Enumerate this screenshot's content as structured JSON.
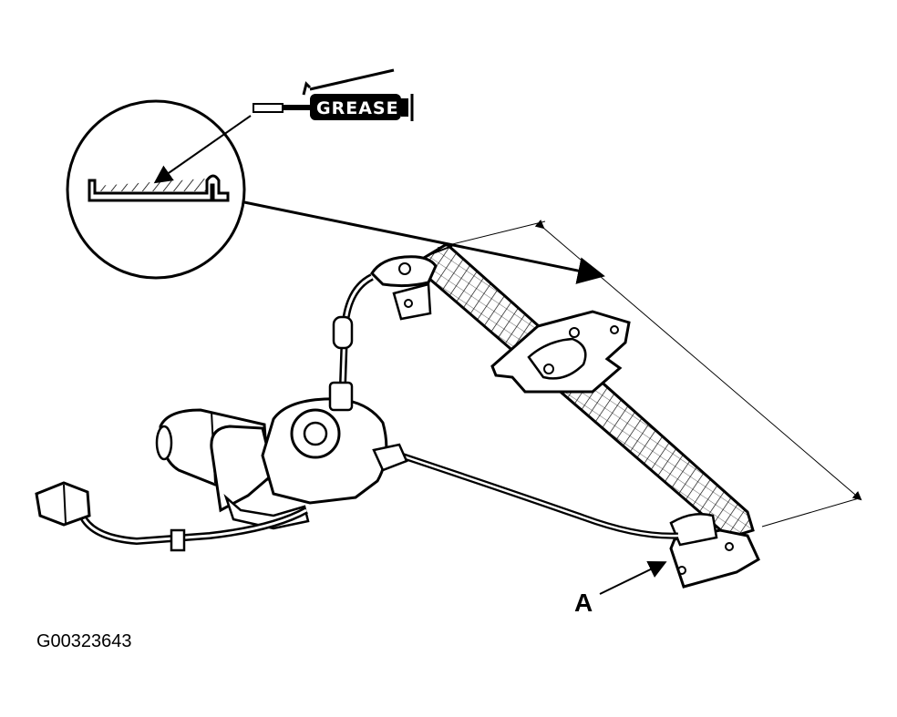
{
  "callouts": {
    "grease_label": "GREASE",
    "part_a_label": "A"
  },
  "figure_id": "G00323643"
}
